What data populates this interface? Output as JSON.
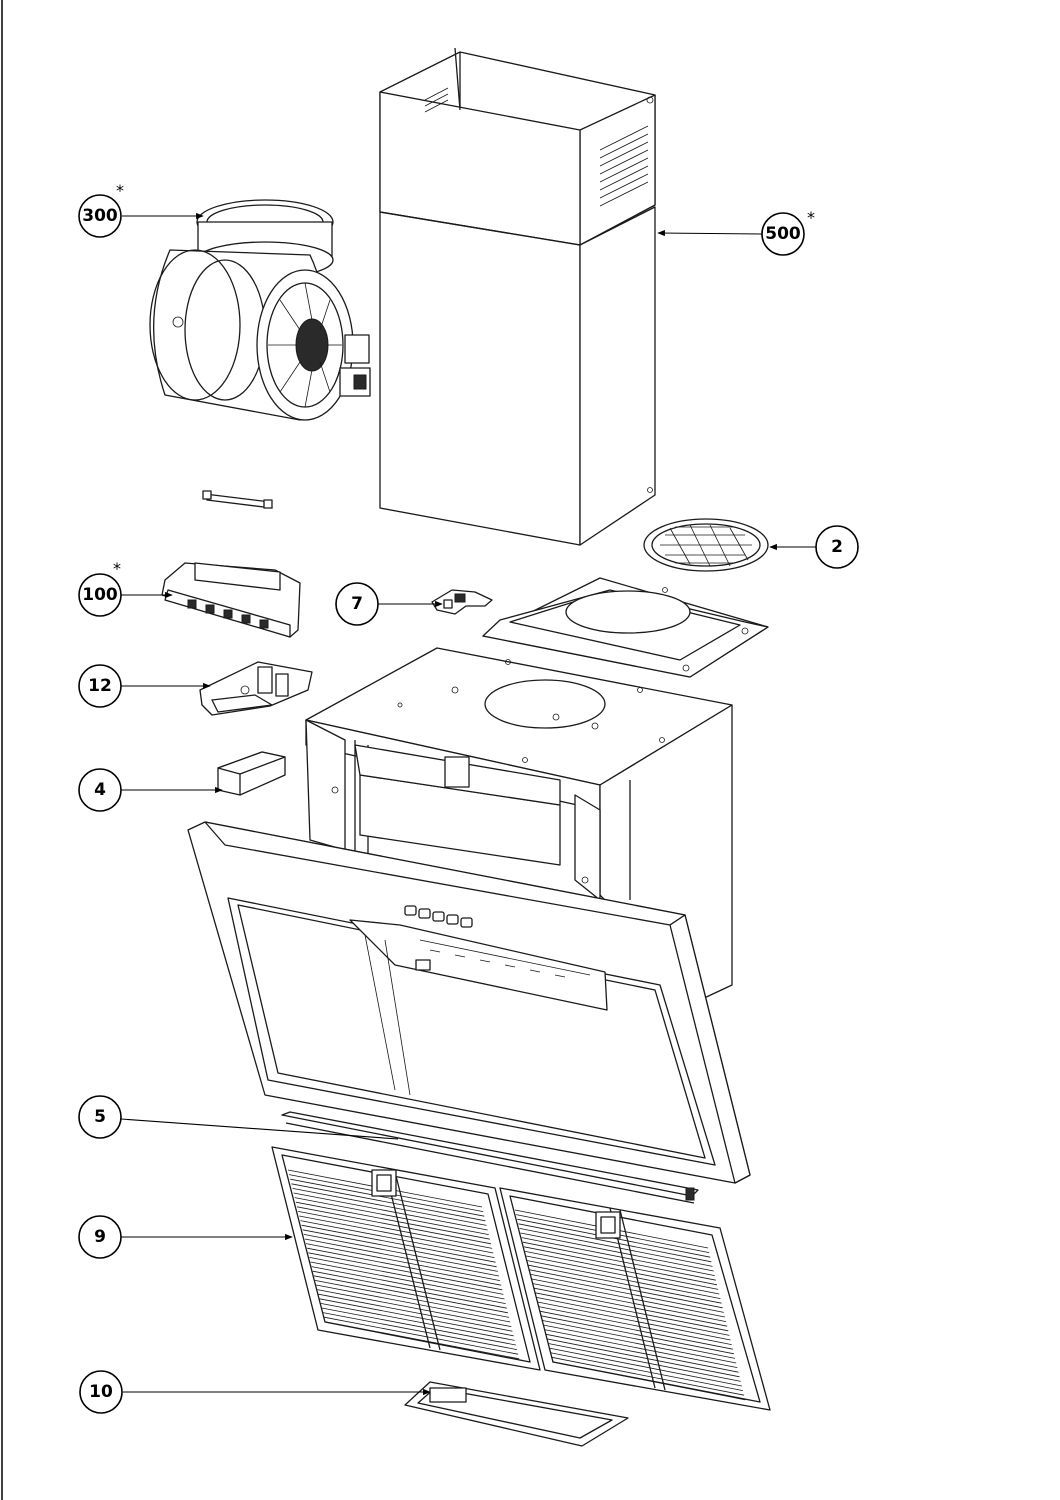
{
  "callouts": [
    {
      "id": "c300",
      "label": "300",
      "star": "*"
    },
    {
      "id": "c500",
      "label": "500",
      "star": "*"
    },
    {
      "id": "c2",
      "label": "2",
      "star": ""
    },
    {
      "id": "c100",
      "label": "100",
      "star": "*"
    },
    {
      "id": "c7",
      "label": "7",
      "star": ""
    },
    {
      "id": "c12",
      "label": "12",
      "star": ""
    },
    {
      "id": "c4",
      "label": "4",
      "star": ""
    },
    {
      "id": "c5",
      "label": "5",
      "star": ""
    },
    {
      "id": "c9",
      "label": "9",
      "star": ""
    },
    {
      "id": "c10",
      "label": "10",
      "star": ""
    }
  ]
}
